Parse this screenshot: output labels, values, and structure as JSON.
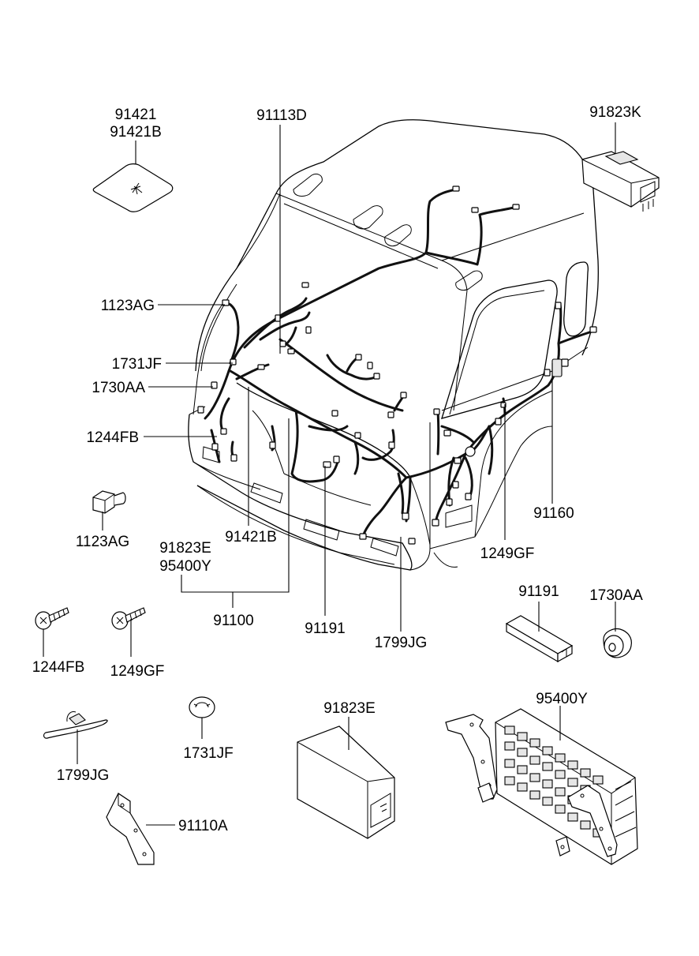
{
  "labels": {
    "p91421": "91421",
    "p91421B_top": "91421B",
    "p91113D": "91113D",
    "p91823K": "91823K",
    "p1123AG_main": "1123AG",
    "p1731JF_main": "1731JF",
    "p1730AA_main": "1730AA",
    "p1244FB_main": "1244FB",
    "p1123AG_part": "1123AG",
    "p91823E_group": "91823E",
    "p95400Y_group": "95400Y",
    "p91421B_main": "91421B",
    "p91100": "91100",
    "p91191_main": "91191",
    "p1799JG_main": "1799JG",
    "p91160": "91160",
    "p1249GF_main": "1249GF",
    "p91191_part": "91191",
    "p1730AA_part": "1730AA",
    "p1244FB_part": "1244FB",
    "p1249GF_part": "1249GF",
    "p91823E_part": "91823E",
    "p95400Y_part": "95400Y",
    "p1799JG_part": "1799JG",
    "p1731JF_part": "1731JF",
    "p91110A": "91110A"
  }
}
